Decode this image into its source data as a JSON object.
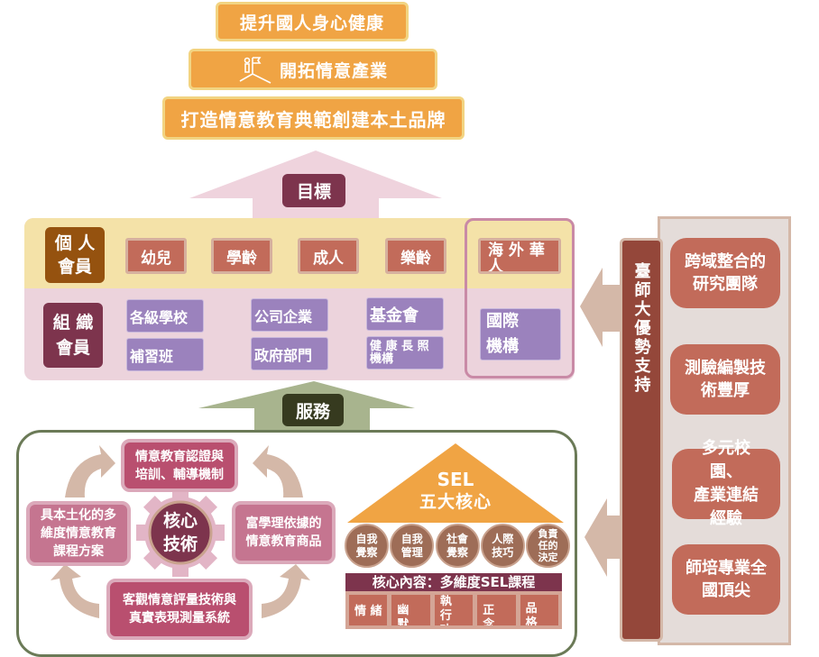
{
  "goals": [
    {
      "label": "提升國人身心健康"
    },
    {
      "label": "開拓情意產業",
      "icon": "climber-flag-icon"
    },
    {
      "label": "打造情意教育典範創建本土品牌"
    }
  ],
  "goal_arrow_label": "目標",
  "members": {
    "individual_label": "個 人\n會員",
    "individual_items": [
      "幼兒",
      "學齡",
      "成人",
      "樂齡"
    ],
    "organization_label": "組 織\n會員",
    "organization_items": [
      "各級學校",
      "補習班",
      "公司企業",
      "政府部門",
      "基金會",
      "健 康 長 照\n機構"
    ],
    "overseas": {
      "individual": "海 外 華\n人",
      "organization": "國際\n機構"
    }
  },
  "service_arrow_label": "服務",
  "support": {
    "title": "臺師大優勢支持",
    "items": [
      "跨域整合的\n研究團隊",
      "測驗編製技\n術豐厚",
      "多元校\n園、\n產業連結\n經驗",
      "師培專業全\n國頂尖"
    ]
  },
  "core_tech": {
    "center": "核心\n技術",
    "top": "情意教育認證與\n培訓、輔導機制",
    "left": "具本土化的多\n維度情意教育\n課程方案",
    "right": "富學理依據的\n情意教育商品",
    "bottom": "客觀情意評量技術與\n真實表現測量系統"
  },
  "sel": {
    "title": "SEL",
    "subtitle": "五大核心",
    "competencies": [
      "自我\n覺察",
      "自我\n管理",
      "社會\n覺察",
      "人際\n技巧",
      "負責\n任的\n決定"
    ],
    "content_label": "核心內容：多維度SEL課程",
    "courses": [
      "情 緒",
      "幽\n默",
      "執\n行\n功",
      "正\n念",
      "品\n格"
    ]
  },
  "colors": {
    "goal_orange": "#f0a444",
    "goal_arrow": "#efd3dd",
    "goal_tag": "#7d344d",
    "individual_band": "#f4e2a8",
    "organization_band": "#ecd3dc",
    "individual_tag": "#95520f",
    "service_arrow": "#a8b48e",
    "service_tag": "#363a1f",
    "support_bar": "#94473a",
    "support_panel": "#e4dcd9",
    "core_box": "#b94f6f",
    "core_center": "#7d344d",
    "sel_roof": "#f0a444",
    "frame_green": "#6b7a57"
  }
}
